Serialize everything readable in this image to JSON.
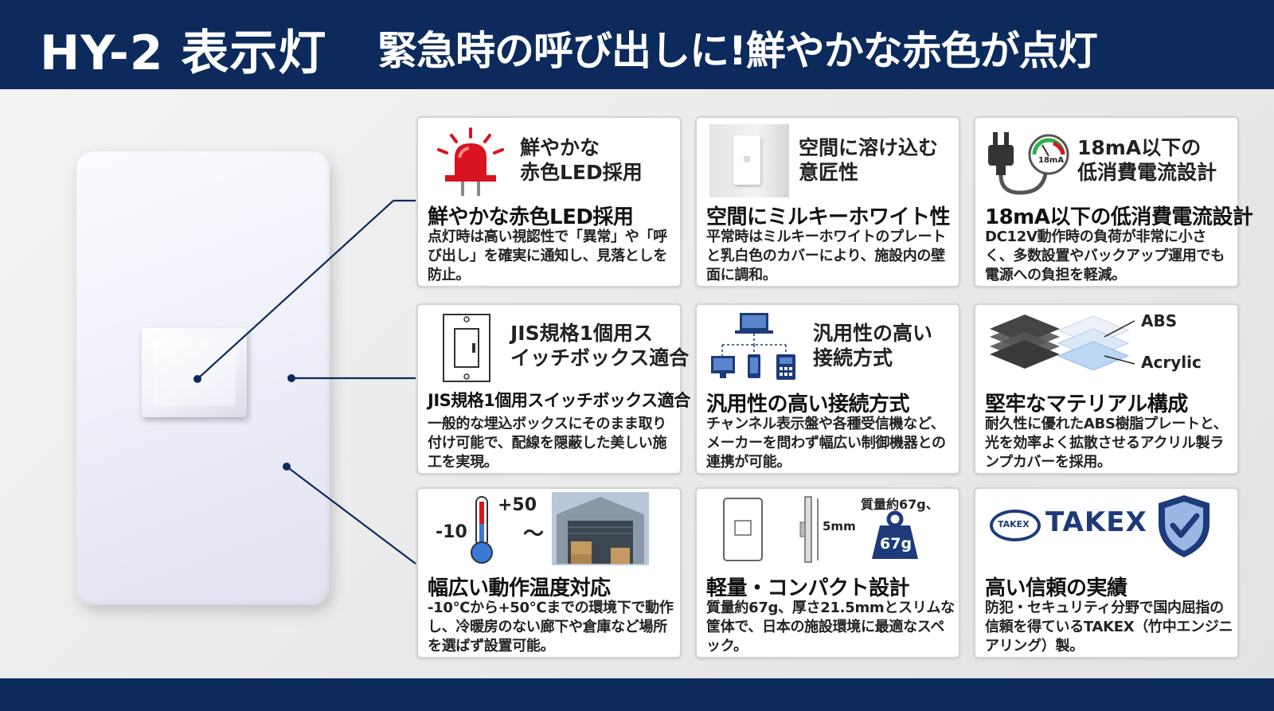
{
  "header": {
    "title": "HY-2 表示灯",
    "subtitle": "緊急時の呼び出しに!鮮やかな赤色が点灯"
  },
  "cards": [
    {
      "head": "鮮やかな\n赤色LED採用",
      "title": "鮮やかな赤色LED採用",
      "desc": "点灯時は高い視認性で「異常」や「呼び出し」を確実に通知し、見落としを防止。"
    },
    {
      "head": "空間に溶け込む\n意匠性",
      "title": "空間にミルキーホワイト性",
      "desc": "平常時はミルキーホワイトのプレートと乳白色のカバーにより、施設内の壁面に調和。"
    },
    {
      "head": "18mA以下の\n低消費電流設計",
      "title": "18mA以下の低消費電流設計",
      "desc": "DC12V動作時の負荷が非常に小さく、多数設置やバックアップ運用でも電源への負担を軽減。"
    },
    {
      "head": "JIS規格1個用ス\nイッチボックス適合",
      "title": "JIS規格1個用スイッチボックス適合",
      "desc": "一般的な埋込ボックスにそのまま取り付け可能で、配線を隠蔽した美しい施工を実現。"
    },
    {
      "head": "汎用性の高い\n接続方式",
      "title": "汎用性の高い接続方式",
      "desc": "チャンネル表示盤や各種受信機など、メーカーを問わず幅広い制御機器との連携が可能。"
    },
    {
      "head": "",
      "title": "堅牢なマテリアル構成",
      "desc": "耐久性に優れたABS樹脂プレートと、光を効率よく拡散させるアクリル製ランプカバーを採用。"
    },
    {
      "head": "",
      "title": "幅広い動作温度対応",
      "desc": "-10℃から+50℃までの環境下で動作し、冷暖房のない廊下や倉庫など場所を選ばず設置可能。"
    },
    {
      "head": "",
      "title": "軽量・コンパクト設計",
      "desc": "質量約67g、厚さ21.5mmとスリムな筐体で、日本の施設環境に最適なスペック。"
    },
    {
      "head": "",
      "title": "高い信頼の実績",
      "desc": "防犯・セキュリティ分野で国内屈指の信頼を得ているTAKEX（竹中エンジニアリング）製。"
    }
  ],
  "icon_labels": {
    "gauge": "18mA",
    "abs": "ABS",
    "acrylic": "Acrylic",
    "temp_high": "+50",
    "temp_low": "-10",
    "tilde": "〜",
    "thickness": "5mm",
    "weight_label": "質量約67g、",
    "weight_badge": "67g",
    "takex_badge": "TAKEX",
    "takex_logo": "TAKEX"
  },
  "colors": {
    "navy": "#0c2a5b",
    "red": "#d8141e",
    "takex_blue": "#1d3b7a"
  }
}
